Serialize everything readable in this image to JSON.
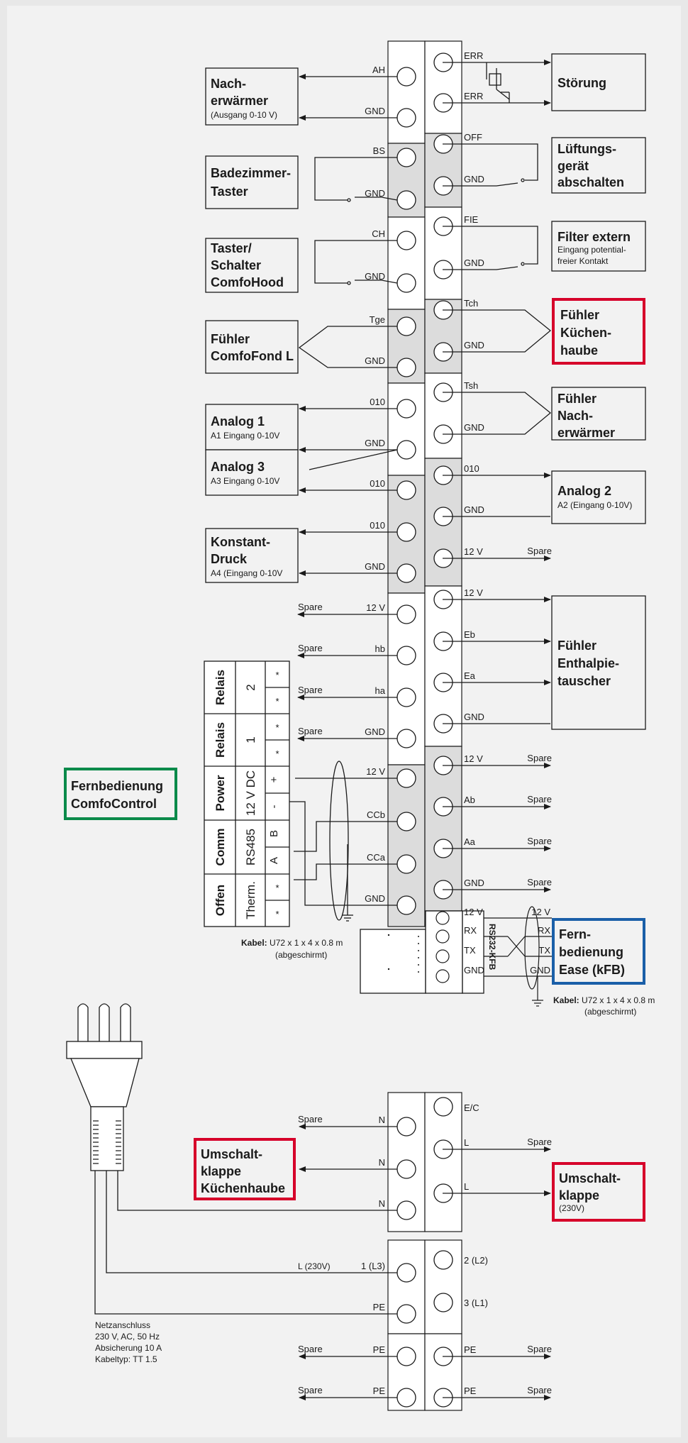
{
  "colors": {
    "background": "#e8e8e8",
    "panel": "#f2f2f2",
    "terminal_fill": "#ffffff",
    "terminal_shade": "#dcdcdc",
    "highlight_red": "#d6002a",
    "highlight_blue": "#1a5fa8",
    "highlight_green": "#0b8a4a"
  },
  "left_terminals": {
    "t1": "AH",
    "t2": "GND",
    "t3": "BS",
    "t4": "GND",
    "t5": "CH",
    "t6": "GND",
    "t7": "Tge",
    "t8": "GND",
    "t9": "010",
    "t10": "GND",
    "t11": "010",
    "t12": "010",
    "t13": "GND",
    "t14": "12 V",
    "t15": "hb",
    "t16": "ha",
    "t17": "GND",
    "t18": "12 V",
    "t19": "CCb",
    "t20": "CCa",
    "t21": "GND"
  },
  "right_terminals": {
    "t1": "ERR",
    "t2": "ERR",
    "t3": "OFF",
    "t4": "GND",
    "t5": "FIE",
    "t6": "GND",
    "t7": "Tch",
    "t8": "GND",
    "t9": "Tsh",
    "t10": "GND",
    "t11": "010",
    "t12": "GND",
    "t13": "12 V",
    "t14": "12 V",
    "t15": "Eb",
    "t16": "Ea",
    "t17": "GND",
    "t18": "12 V",
    "t19": "Ab",
    "t20": "Aa",
    "t21": "GND"
  },
  "spare": "Spare",
  "left_boxes": {
    "nacherwaermer": [
      "Nach-",
      "erwärmer"
    ],
    "nacherwaermer_sub": "(Ausgang 0-10 V)",
    "badezimmer": [
      "Badezimmer-",
      "Taster"
    ],
    "taster": [
      "Taster/",
      "Schalter",
      "ComfoHood"
    ],
    "fuehler_fond": [
      "Fühler",
      "ComfoFond L"
    ],
    "analog1": "Analog 1",
    "analog1_sub": "A1 Eingang 0-10V",
    "analog3": "Analog 3",
    "analog3_sub": "A3 Eingang 0-10V",
    "konstant": [
      "Konstant-",
      "Druck"
    ],
    "konstant_sub": "A4 (Eingang 0-10V"
  },
  "right_boxes": {
    "stoerung": "Störung",
    "lueftung": [
      "Lüftungs-",
      "gerät",
      "abschalten"
    ],
    "filter": "Filter extern",
    "filter_sub": [
      "Eingang potential-",
      "freier Kontakt"
    ],
    "kuechenhaube": [
      "Fühler",
      "Küchen-",
      "haube"
    ],
    "nacherwaermer": [
      "Fühler",
      "Nach-",
      "erwärmer"
    ],
    "analog2": "Analog 2",
    "analog2_sub": "A2 (Eingang 0-10V)",
    "enthalpie": [
      "Fühler",
      "Enthalpie-",
      "tauscher"
    ]
  },
  "connector_table": {
    "groups": [
      "Relais",
      "Relais",
      "Power",
      "Comm",
      "Offen"
    ],
    "specs": [
      "2",
      "1",
      "12 V DC",
      "RS485",
      "Therm."
    ],
    "pins": [
      "*",
      "*",
      "*",
      "*",
      "+",
      "-",
      "B",
      "A",
      "*",
      "*"
    ]
  },
  "fernbedienung_control": [
    "Fernbedienung",
    "ComfoControl"
  ],
  "cable_left": {
    "bold": "Kabel:",
    "text": " U72 x 1 x 4 x 0.8 m",
    "note": "(abgeschirmt)"
  },
  "kfb": {
    "port_label": "RS232-KFB",
    "pins": [
      "12 V",
      "RX",
      "TX",
      "GND"
    ],
    "remote_pins": [
      "12 V",
      "RX",
      "TX",
      "GND"
    ],
    "box": [
      "Fern-",
      "bedienung",
      "Ease (kFB)"
    ]
  },
  "cable_right": {
    "bold": "Kabel:",
    "text": " U72 x 1 x 4 x 0.8 m",
    "note": "(abgeschirmt)"
  },
  "power": {
    "left_pins": [
      "N",
      "N",
      "N"
    ],
    "right_pins": [
      "E/C",
      "L",
      "L"
    ],
    "umschalt_left": [
      "Umschalt-",
      "klappe",
      "Küchenhaube"
    ],
    "umschalt_right": [
      "Umschalt-",
      "klappe"
    ],
    "umschalt_right_sub": "(230V)",
    "supply_left": [
      "1 (L3)",
      "PE",
      "PE",
      "PE"
    ],
    "supply_right": [
      "2 (L2)",
      "3 (L1)",
      "PE",
      "PE"
    ],
    "l230": "L (230V)",
    "netz": [
      "Netzanschluss",
      "230 V, AC, 50 Hz",
      "Absicherung 10 A",
      "Kabeltyp: TT 1.5"
    ]
  }
}
